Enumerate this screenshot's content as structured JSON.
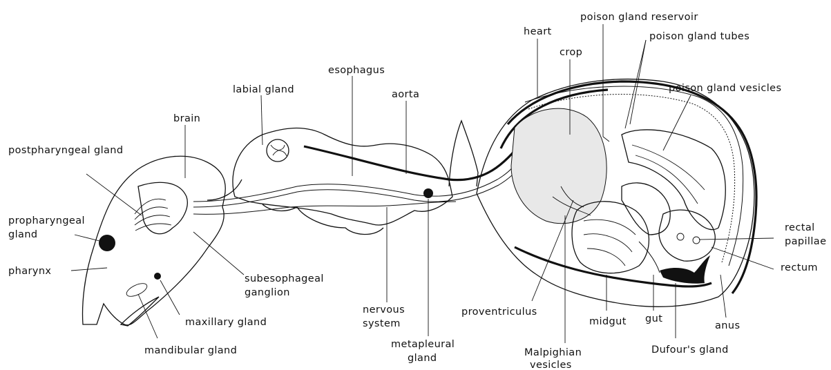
{
  "labels": {
    "postpharyngeal_gland": "postpharyngeal gland",
    "brain": "brain",
    "labial_gland": "labial gland",
    "esophagus": "esophagus",
    "aorta": "aorta",
    "heart": "heart",
    "crop": "crop",
    "poison_gland_reservoir": "poison gland reservoir",
    "poison_gland_tubes": "poison gland tubes",
    "poison_gland_vesicles": "poison gland vesicles",
    "propharyngeal_gland_1": "propharyngeal",
    "propharyngeal_gland_2": "gland",
    "pharynx": "pharynx",
    "subesophageal_ganglion_1": "subesophageal",
    "subesophageal_ganglion_2": "ganglion",
    "nervous_system_1": "nervous",
    "nervous_system_2": "system",
    "maxillary_gland": "maxillary gland",
    "mandibular_gland": "mandibular gland",
    "metapleural_gland_1": "metapleural",
    "metapleural_gland_2": "gland",
    "proventriculus": "proventriculus",
    "malpighian_vesicles_1": "Malpighian",
    "malpighian_vesicles_2": "vesicles",
    "midgut": "midgut",
    "gut": "gut",
    "dufours_gland": "Dufour's gland",
    "anus": "anus",
    "rectal_papillae_1": "rectal",
    "rectal_papillae_2": "papillae",
    "rectum": "rectum"
  }
}
